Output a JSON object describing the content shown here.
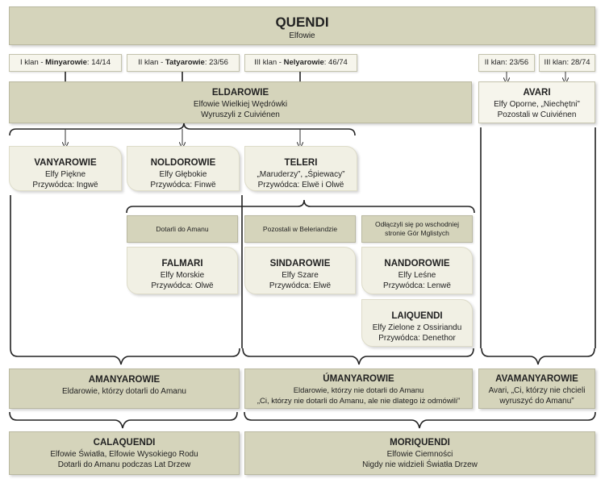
{
  "quendi": {
    "title": "QUENDI",
    "subtitle": "Elfowie"
  },
  "clans": [
    {
      "prefix": "I klan - ",
      "name": "Minyarowie",
      "count": ": 14/14"
    },
    {
      "prefix": "II klan - ",
      "name": "Tatyarowie",
      "count": ": 23/56"
    },
    {
      "prefix": "III klan - ",
      "name": "Nelyarowie",
      "count": ": 46/74"
    }
  ],
  "avari_clans": [
    "II klan: 23/56",
    "III klan: 28/74"
  ],
  "eldarowie": {
    "title": "ELDAROWIE",
    "lines": [
      "Elfowie Wielkiej Wędrówki",
      "Wyruszyli z Cuiviénen"
    ]
  },
  "avari": {
    "title": "AVARI",
    "lines": [
      "Elfy Oporne, „Niechętni”",
      "Pozostali w Cuiviénen"
    ]
  },
  "vanyarowie": {
    "title": "VANYAROWIE",
    "lines": [
      "Elfy Piękne",
      "Przywódca: Ingwë"
    ]
  },
  "noldorowie": {
    "title": "NOLDOROWIE",
    "lines": [
      "Elfy Głębokie",
      "Przywódca: Finwë"
    ]
  },
  "teleri": {
    "title": "TELERI",
    "lines": [
      "„Maruderzy”, „Śpiewacy”",
      "Przywódca: Elwë  i Olwë"
    ]
  },
  "tags": {
    "amanu": "Dotarli do Amanu",
    "beleriand": "Pozostali w Beleriandzie",
    "wschod": "Odłączyli się po wschodniej stronie Gór Mglistych"
  },
  "falmari": {
    "title": "FALMARI",
    "lines": [
      "Elfy Morskie",
      "Przywódca: Olwë"
    ]
  },
  "sindarowie": {
    "title": "SINDAROWIE",
    "lines": [
      "Elfy Szare",
      "Przywódca: Elwë"
    ]
  },
  "nandorowie": {
    "title": "NANDOROWIE",
    "lines": [
      "Elfy Leśne",
      "Przywódca: Lenwë"
    ]
  },
  "laiquendi": {
    "title": "LAIQUENDI",
    "lines": [
      "Elfy Zielone z Ossiriandu",
      "Przywódca: Denethor"
    ]
  },
  "amanyarowie": {
    "title": "AMANYAROWIE",
    "lines": [
      "Eldarowie, którzy dotarli do Amanu"
    ]
  },
  "umanyarowie": {
    "title": "ÚMANYAROWIE",
    "lines": [
      "Eldarowie, którzy nie dotarli do Amanu",
      "„Ci, którzy nie dotarli do Amanu, ale nie dlatego iż odmówili”"
    ]
  },
  "avamanyarowie": {
    "title": "AVAMANYAROWIE",
    "lines": [
      "Avari, „Ci, którzy nie chcieli",
      "wyruszyć do Amanu”"
    ]
  },
  "calaquendi": {
    "title": "CALAQUENDI",
    "lines": [
      "Elfowie Światła, Elfowie Wysokiego Rodu",
      "Dotarli do Amanu podczas Lat Drzew"
    ]
  },
  "moriquendi": {
    "title": "MORIQUENDI",
    "lines": [
      "Elfowie Ciemności",
      "Nigdy nie widzieli Światła Drzew"
    ]
  }
}
